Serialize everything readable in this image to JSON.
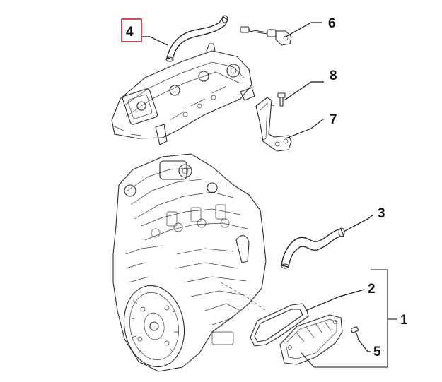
{
  "callouts": {
    "c1": "1",
    "c2": "2",
    "c3": "3",
    "c4": "4",
    "c5": "5",
    "c6": "6",
    "c7": "7",
    "c8": "8"
  },
  "colors": {
    "highlight_box": "#c0262d",
    "line": "#111111"
  }
}
